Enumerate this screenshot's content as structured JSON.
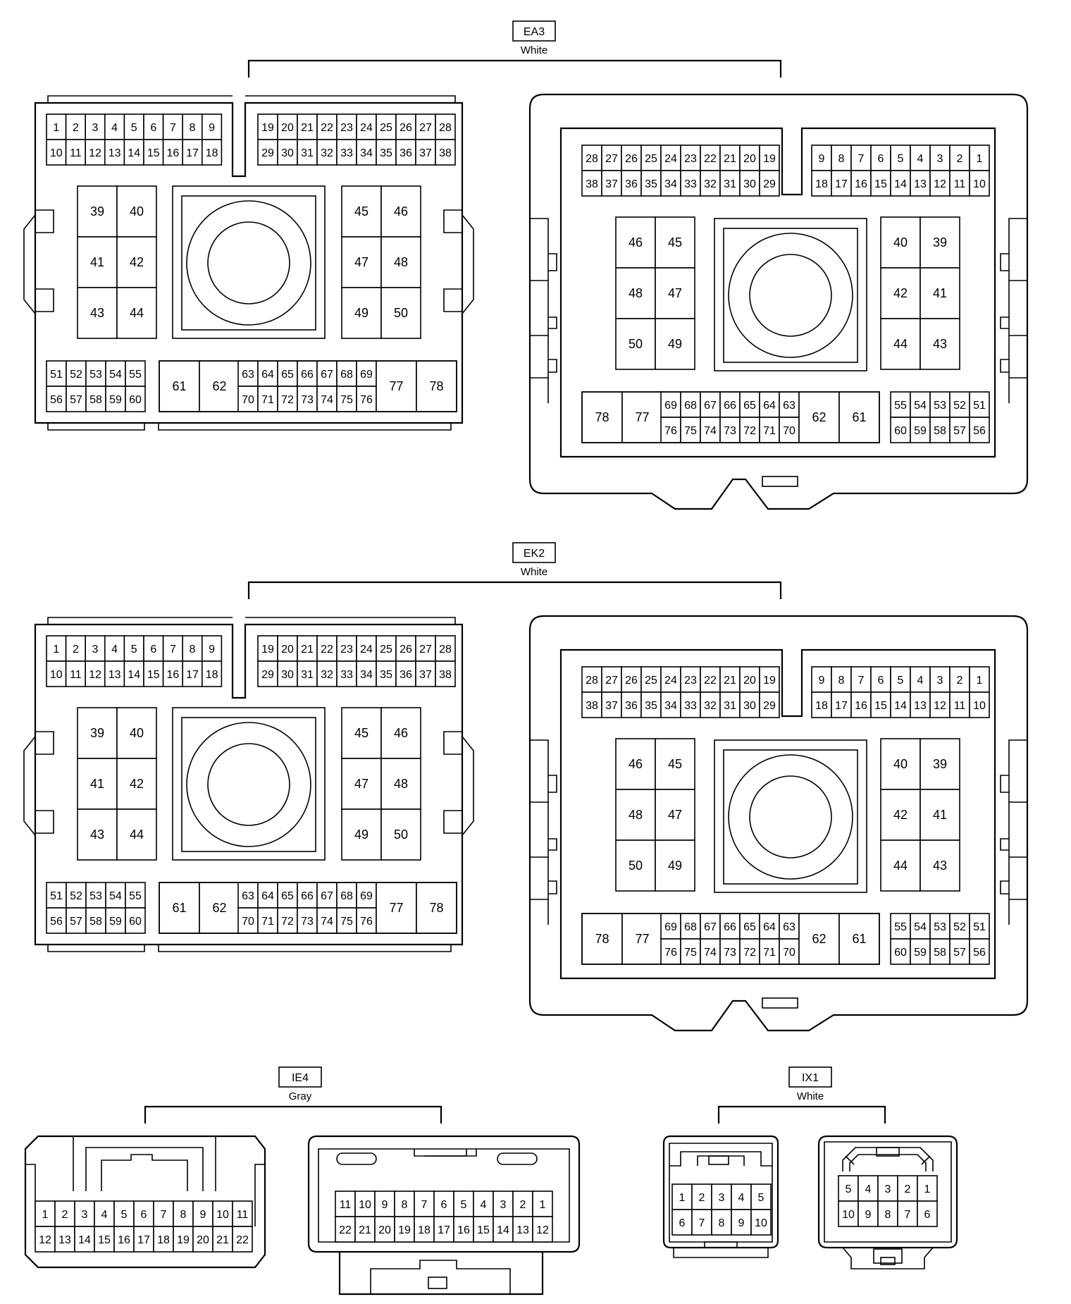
{
  "connectors": [
    {
      "code": "EA3",
      "color": "White",
      "male_pins": {
        "top_left": [
          [
            "1",
            "2",
            "3",
            "4",
            "5",
            "6",
            "7",
            "8",
            "9"
          ],
          [
            "10",
            "11",
            "12",
            "13",
            "14",
            "15",
            "16",
            "17",
            "18"
          ]
        ],
        "top_right": [
          [
            "19",
            "20",
            "21",
            "22",
            "23",
            "24",
            "25",
            "26",
            "27",
            "28"
          ],
          [
            "29",
            "30",
            "31",
            "32",
            "33",
            "34",
            "35",
            "36",
            "37",
            "38"
          ]
        ],
        "mid_left": [
          [
            "39",
            "40"
          ],
          [
            "41",
            "42"
          ],
          [
            "43",
            "44"
          ]
        ],
        "mid_right": [
          [
            "45",
            "46"
          ],
          [
            "47",
            "48"
          ],
          [
            "49",
            "50"
          ]
        ],
        "bot_small": [
          [
            "51",
            "52",
            "53",
            "54",
            "55"
          ],
          [
            "56",
            "57",
            "58",
            "59",
            "60"
          ]
        ],
        "bot_big_left": [
          "61",
          "62"
        ],
        "bot_mid": [
          [
            "63",
            "64",
            "65",
            "66",
            "67",
            "68",
            "69"
          ],
          [
            "70",
            "71",
            "72",
            "73",
            "74",
            "75",
            "76"
          ]
        ],
        "bot_big_right": [
          "77",
          "78"
        ]
      },
      "female_pins": {
        "top_left": [
          [
            "28",
            "27",
            "26",
            "25",
            "24",
            "23",
            "22",
            "21",
            "20",
            "19"
          ],
          [
            "38",
            "37",
            "36",
            "35",
            "34",
            "33",
            "32",
            "31",
            "30",
            "29"
          ]
        ],
        "top_right": [
          [
            "9",
            "8",
            "7",
            "6",
            "5",
            "4",
            "3",
            "2",
            "1"
          ],
          [
            "18",
            "17",
            "16",
            "15",
            "14",
            "13",
            "12",
            "11",
            "10"
          ]
        ],
        "mid_left": [
          [
            "46",
            "45"
          ],
          [
            "48",
            "47"
          ],
          [
            "50",
            "49"
          ]
        ],
        "mid_right": [
          [
            "40",
            "39"
          ],
          [
            "42",
            "41"
          ],
          [
            "44",
            "43"
          ]
        ],
        "bot_big_left": [
          "78",
          "77"
        ],
        "bot_mid": [
          [
            "69",
            "68",
            "67",
            "66",
            "65",
            "64",
            "63"
          ],
          [
            "76",
            "75",
            "74",
            "73",
            "72",
            "71",
            "70"
          ]
        ],
        "bot_big_right": [
          "62",
          "61"
        ],
        "bot_small": [
          [
            "55",
            "54",
            "53",
            "52",
            "51"
          ],
          [
            "60",
            "59",
            "58",
            "57",
            "56"
          ]
        ]
      }
    },
    {
      "code": "EK2",
      "color": "White",
      "male_pins": {
        "top_left": [
          [
            "1",
            "2",
            "3",
            "4",
            "5",
            "6",
            "7",
            "8",
            "9"
          ],
          [
            "10",
            "11",
            "12",
            "13",
            "14",
            "15",
            "16",
            "17",
            "18"
          ]
        ],
        "top_right": [
          [
            "19",
            "20",
            "21",
            "22",
            "23",
            "24",
            "25",
            "26",
            "27",
            "28"
          ],
          [
            "29",
            "30",
            "31",
            "32",
            "33",
            "34",
            "35",
            "36",
            "37",
            "38"
          ]
        ],
        "mid_left": [
          [
            "39",
            "40"
          ],
          [
            "41",
            "42"
          ],
          [
            "43",
            "44"
          ]
        ],
        "mid_right": [
          [
            "45",
            "46"
          ],
          [
            "47",
            "48"
          ],
          [
            "49",
            "50"
          ]
        ],
        "bot_small": [
          [
            "51",
            "52",
            "53",
            "54",
            "55"
          ],
          [
            "56",
            "57",
            "58",
            "59",
            "60"
          ]
        ],
        "bot_big_left": [
          "61",
          "62"
        ],
        "bot_mid": [
          [
            "63",
            "64",
            "65",
            "66",
            "67",
            "68",
            "69"
          ],
          [
            "70",
            "71",
            "72",
            "73",
            "74",
            "75",
            "76"
          ]
        ],
        "bot_big_right": [
          "77",
          "78"
        ]
      },
      "female_pins": {
        "top_left": [
          [
            "28",
            "27",
            "26",
            "25",
            "24",
            "23",
            "22",
            "21",
            "20",
            "19"
          ],
          [
            "38",
            "37",
            "36",
            "35",
            "34",
            "33",
            "32",
            "31",
            "30",
            "29"
          ]
        ],
        "top_right": [
          [
            "9",
            "8",
            "7",
            "6",
            "5",
            "4",
            "3",
            "2",
            "1"
          ],
          [
            "18",
            "17",
            "16",
            "15",
            "14",
            "13",
            "12",
            "11",
            "10"
          ]
        ],
        "mid_left": [
          [
            "46",
            "45"
          ],
          [
            "48",
            "47"
          ],
          [
            "50",
            "49"
          ]
        ],
        "mid_right": [
          [
            "40",
            "39"
          ],
          [
            "42",
            "41"
          ],
          [
            "44",
            "43"
          ]
        ],
        "bot_big_left": [
          "78",
          "77"
        ],
        "bot_mid": [
          [
            "69",
            "68",
            "67",
            "66",
            "65",
            "64",
            "63"
          ],
          [
            "76",
            "75",
            "74",
            "73",
            "72",
            "71",
            "70"
          ]
        ],
        "bot_big_right": [
          "62",
          "61"
        ],
        "bot_small": [
          [
            "55",
            "54",
            "53",
            "52",
            "51"
          ],
          [
            "60",
            "59",
            "58",
            "57",
            "56"
          ]
        ]
      }
    },
    {
      "code": "IE4",
      "color": "Gray",
      "male_pins": [
        [
          "1",
          "2",
          "3",
          "4",
          "5",
          "6",
          "7",
          "8",
          "9",
          "10",
          "11"
        ],
        [
          "12",
          "13",
          "14",
          "15",
          "16",
          "17",
          "18",
          "19",
          "20",
          "21",
          "22"
        ]
      ],
      "female_pins": [
        [
          "11",
          "10",
          "9",
          "8",
          "7",
          "6",
          "5",
          "4",
          "3",
          "2",
          "1"
        ],
        [
          "22",
          "21",
          "20",
          "19",
          "18",
          "17",
          "16",
          "15",
          "14",
          "13",
          "12"
        ]
      ]
    },
    {
      "code": "IX1",
      "color": "White",
      "male_pins": [
        [
          "1",
          "2",
          "3",
          "4",
          "5"
        ],
        [
          "6",
          "7",
          "8",
          "9",
          "10"
        ]
      ],
      "female_pins": [
        [
          "5",
          "4",
          "3",
          "2",
          "1"
        ],
        [
          "10",
          "9",
          "8",
          "7",
          "6"
        ]
      ]
    }
  ]
}
